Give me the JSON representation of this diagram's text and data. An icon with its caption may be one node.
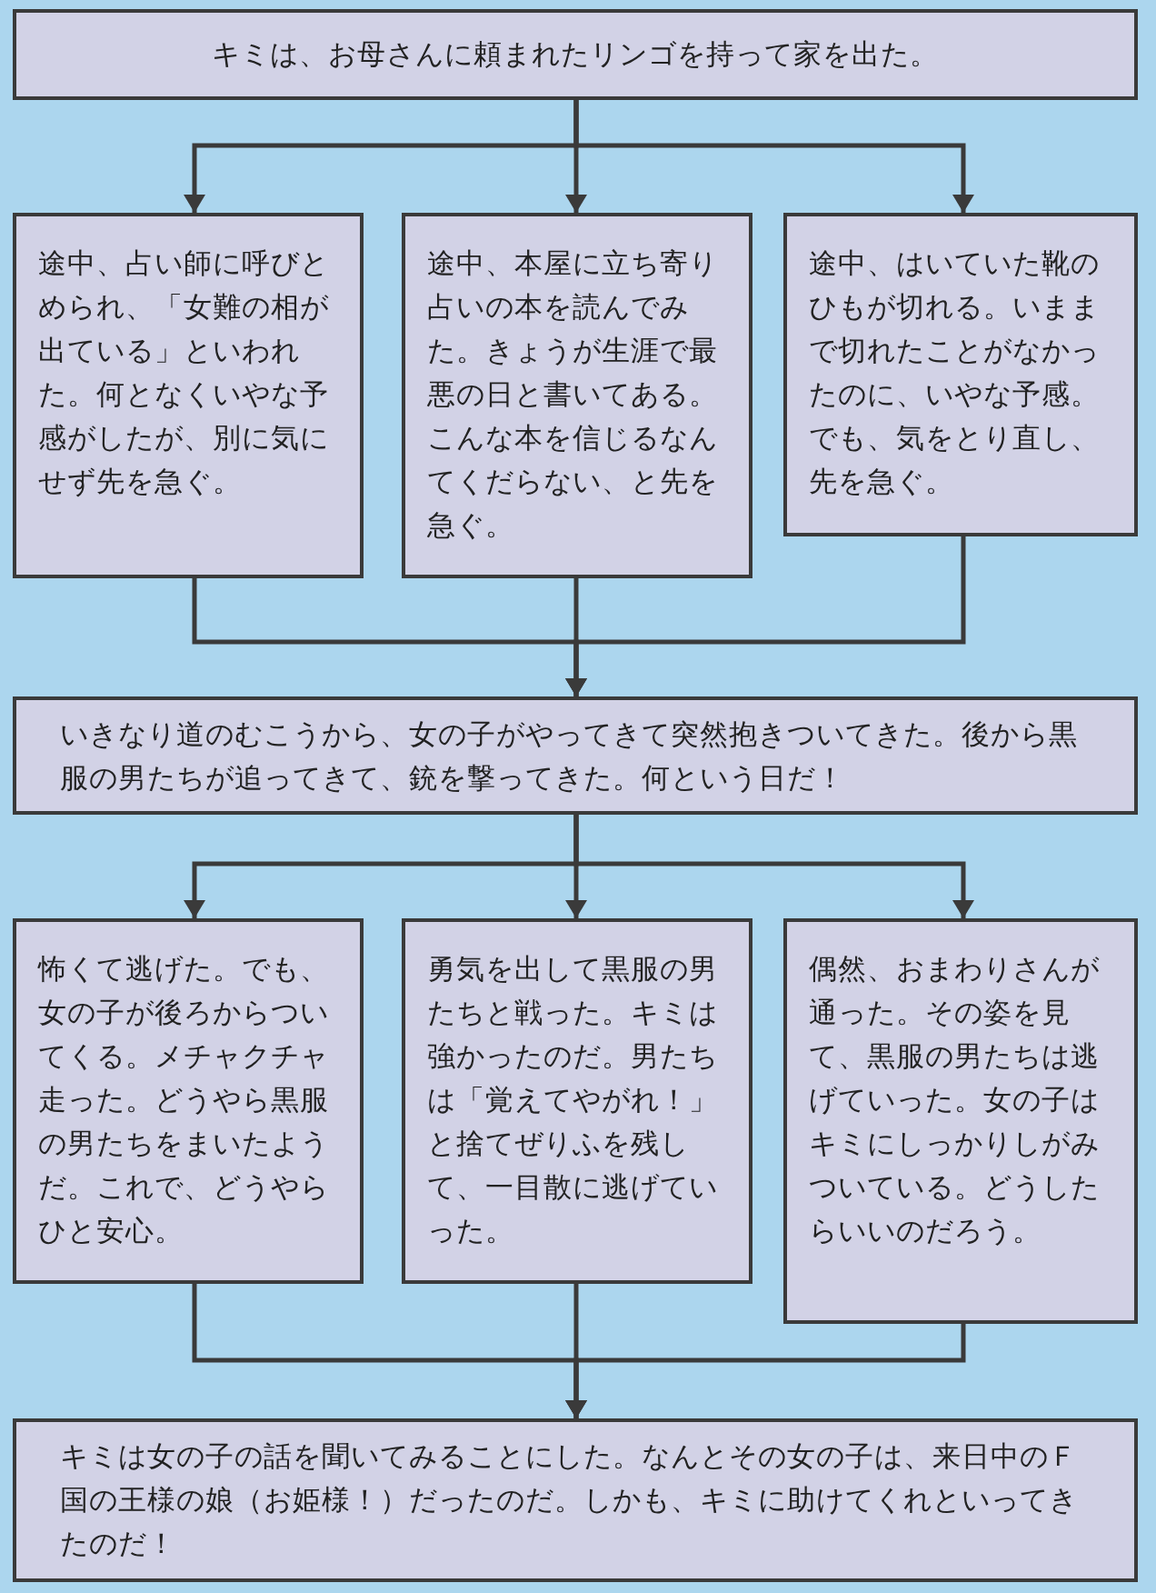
{
  "diagram": {
    "nodes": [
      {
        "text": [
          "キミは、お母さんに頼まれたリンゴを持って家を出た。"
        ]
      },
      {
        "text": [
          "途中、占い師に呼びとめられ、「女難の相が出ている」といわれた。何となくいやな予感がしたが、別に気にせず先を急ぐ。"
        ]
      },
      {
        "text": [
          "途中、本屋に立ち寄り占いの本を読んでみた。きょうが生涯で最悪の日と書いてある。こんな本を信じるなんてくだらない、と先を急ぐ。"
        ]
      },
      {
        "text": [
          "途中、はいていた靴のひもが切れる。いままで切れたことがなかったのに、いやな予感。でも、気をとり直し、先を急ぐ。"
        ]
      },
      {
        "text": [
          "いきなり道のむこうから、女の子がやってきて突然抱きついてきた。後から黒服の男たちが追ってきて、銃を撃ってきた。何という日だ！"
        ]
      },
      {
        "text": [
          "怖くて逃げた。でも、女の子が後ろからついてくる。メチャクチャ走った。どうやら黒服の男たちをまいたようだ。これで、どうやらひと安心。"
        ]
      },
      {
        "text": [
          "勇気を出して黒服の男たちと戦った。キミは強かったのだ。男たちは「覚えてやがれ！」と捨てぜりふを残して、一目散に逃げていった。"
        ]
      },
      {
        "text": [
          "偶然、おまわりさんが通った。その姿を見て、黒服の男たちは逃げていった。女の子はキミにしっかりしがみついている。どうしたらいいのだろう。"
        ]
      },
      {
        "text": [
          "キミは女の子の話を聞いてみることにした。なんとその女の子は、来日中のＦ国の王様の娘（お姫様！）だったのだ。しかも、キミに助けてくれといってきたのだ！"
        ]
      }
    ],
    "edges": [
      {
        "from": 0,
        "to": 1,
        "arrow": "to"
      },
      {
        "from": 0,
        "to": 2,
        "arrow": "to"
      },
      {
        "from": 0,
        "to": 3,
        "arrow": "to"
      },
      {
        "from": 1,
        "to": 4,
        "arrow": "to"
      },
      {
        "from": 2,
        "to": 4,
        "arrow": "to"
      },
      {
        "from": 3,
        "to": 4,
        "arrow": "to"
      },
      {
        "from": 4,
        "to": 5,
        "arrow": "to"
      },
      {
        "from": 4,
        "to": 6,
        "arrow": "to"
      },
      {
        "from": 4,
        "to": 7,
        "arrow": "to"
      },
      {
        "from": 5,
        "to": 8,
        "arrow": "to"
      },
      {
        "from": 6,
        "to": 8,
        "arrow": "to"
      },
      {
        "from": 7,
        "to": 8,
        "arrow": "to"
      }
    ]
  }
}
